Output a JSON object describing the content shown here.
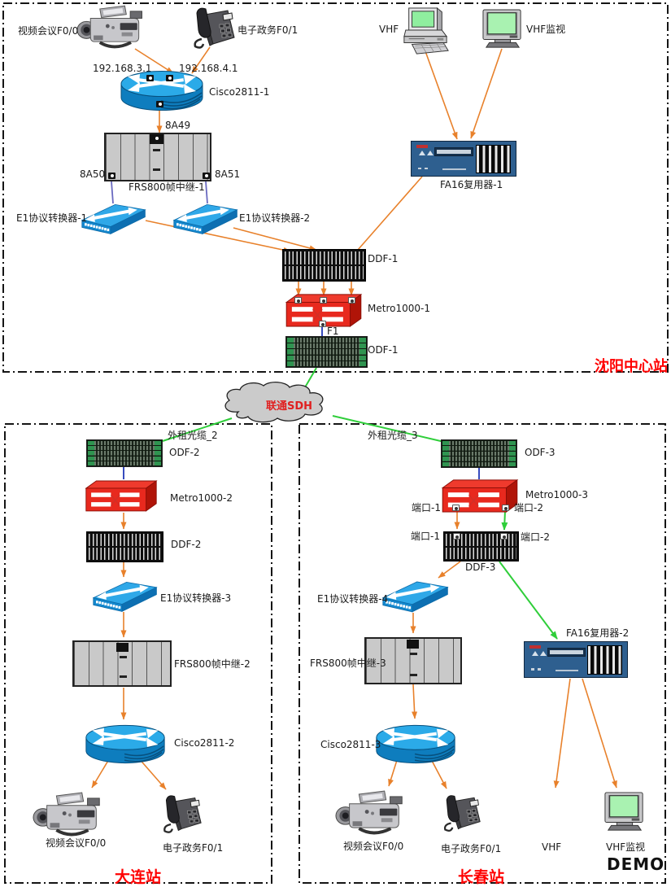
{
  "colors": {
    "link_orange": "#E8812B",
    "link_green": "#2FCE3A",
    "link_navy": "#2238B8",
    "link_slate": "#6A6AC0",
    "station_name_red": "#FF0000",
    "router_blue": "#2BAAE8",
    "metro_red": "#E8291E",
    "fa16_blue": "#2E5F8F",
    "cloud_gray": "#CBCBCB"
  },
  "cloud": {
    "label": "联通SDH"
  },
  "shenyang": {
    "name": "沈阳中心站",
    "camera": "视频会议F0/0",
    "phone": "电子政务F0/1",
    "ip_left": "192.168.3.1",
    "ip_right": "192.168.4.1",
    "router": "Cisco2811-1",
    "port_8a49": "8A49",
    "port_8a50": "8A50",
    "port_8a51": "8A51",
    "frame_relay": "FRS800帧中继-1",
    "e1_1": "E1协议转换器-1",
    "e1_2": "E1协议转换器-2",
    "vhf": "VHF",
    "vhf_monitor": "VHF监视",
    "fa16": "FA16复用器-1",
    "ddf": "DDF-1",
    "metro": "Metro1000-1",
    "f1": "F1",
    "odf": "ODF-1"
  },
  "dalian": {
    "name": "大连站",
    "fiber": "外租光缆_2",
    "odf": "ODF-2",
    "metro": "Metro1000-2",
    "ddf": "DDF-2",
    "e1": "E1协议转换器-3",
    "frame_relay": "FRS800帧中继-2",
    "router": "Cisco2811-2",
    "camera": "视频会议F0/0",
    "phone": "电子政务F0/1"
  },
  "changchun": {
    "name": "长春站",
    "fiber": "外租光缆_3",
    "odf": "ODF-3",
    "metro": "Metro1000-3",
    "metro_port1": "端口-1",
    "metro_port2": "端口-2",
    "ddf_port1": "端口-1",
    "ddf_port2": "端口-2",
    "ddf": "DDF-3",
    "e1": "E1协议转换器-4",
    "fa16": "FA16复用器-2",
    "frame_relay": "FRS800帧中继-3",
    "router": "Cisco2811-3",
    "camera": "视频会议F0/0",
    "phone": "电子政务F0/1",
    "vhf": "VHF",
    "vhf_monitor": "VHF监视",
    "demo": "DEMO"
  }
}
